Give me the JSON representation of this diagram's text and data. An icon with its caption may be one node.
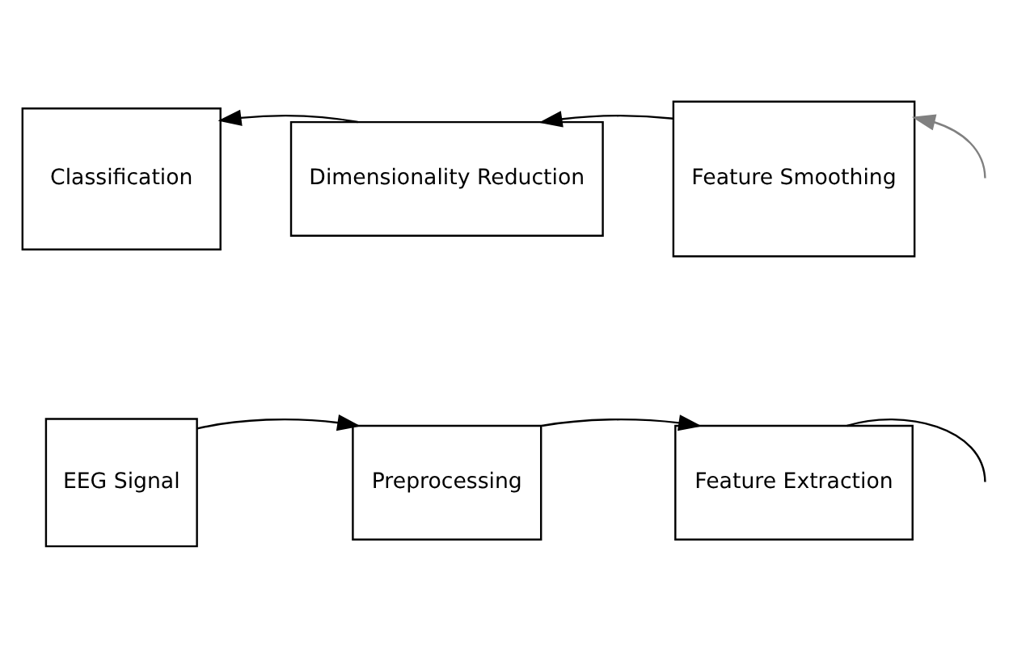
{
  "diagram": {
    "nodes": [
      {
        "text": [
          "EEG Signal"
        ]
      },
      {
        "text": [
          "Preprocessing"
        ]
      },
      {
        "text": [
          "Feature Extraction"
        ]
      },
      {
        "text": [
          "Classification"
        ]
      },
      {
        "text": [
          "Dimensionality Reduction"
        ]
      },
      {
        "text": [
          "Feature Smoothing"
        ]
      }
    ],
    "edges": [
      {
        "from": 0,
        "to": 1,
        "arrow": "to"
      },
      {
        "from": 1,
        "to": 2,
        "arrow": "to"
      },
      {
        "from": 2,
        "to": null,
        "arrow": "none"
      },
      {
        "from": null,
        "to": 5,
        "arrow": "to",
        "color": "#808080"
      },
      {
        "from": 5,
        "to": 4,
        "arrow": "to"
      },
      {
        "from": 4,
        "to": 3,
        "arrow": "to"
      }
    ]
  }
}
